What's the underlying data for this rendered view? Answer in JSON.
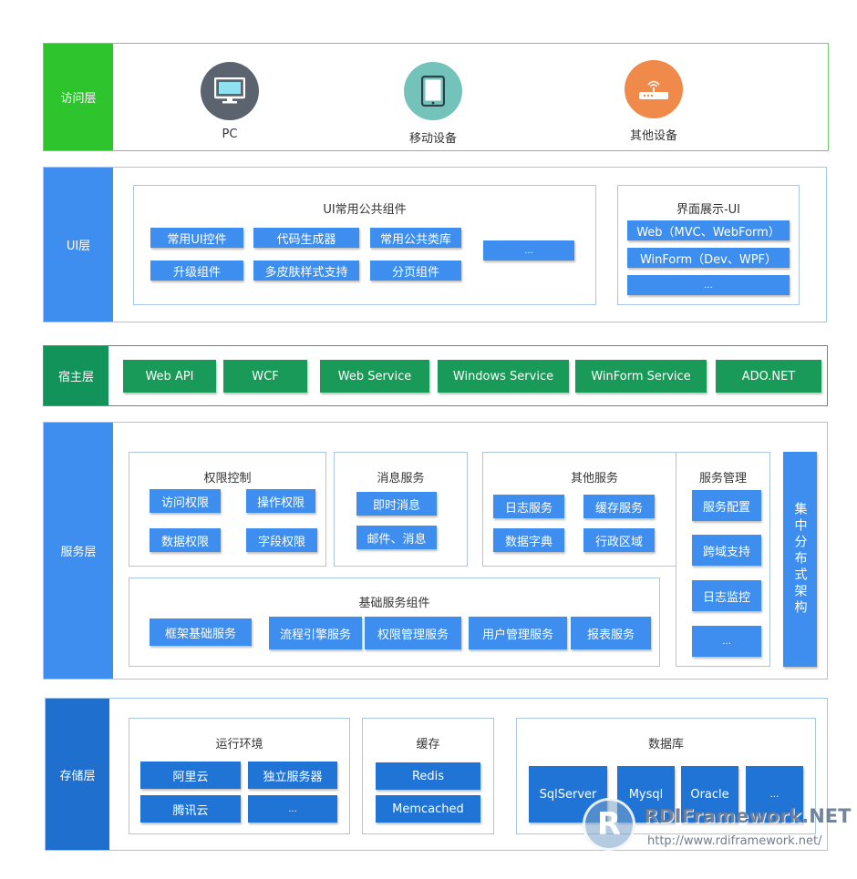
{
  "access": {
    "label": "访问层",
    "devices": [
      {
        "name": "PC",
        "icon": "monitor-icon",
        "color": "#5b646e"
      },
      {
        "name": "移动设备",
        "icon": "tablet-icon",
        "color": "#73c3bb"
      },
      {
        "name": "其他设备",
        "icon": "router-icon",
        "color": "#f08a4b"
      }
    ]
  },
  "ui": {
    "label": "UI层",
    "common": {
      "title": "UI常用公共组件",
      "items": [
        "常用UI控件",
        "代码生成器",
        "常用公共类库",
        "...",
        "升级组件",
        "多皮肤样式支持",
        "分页组件"
      ]
    },
    "display": {
      "title": "界面展示-UI",
      "items": [
        "Web（MVC、WebForm）",
        "WinForm（Dev、WPF）",
        "..."
      ]
    }
  },
  "host": {
    "label": "宿主层",
    "items": [
      "Web API",
      "WCF",
      "Web Service",
      "Windows Service",
      "WinForm Service",
      "ADO.NET"
    ]
  },
  "service": {
    "label": "服务层",
    "permission": {
      "title": "权限控制",
      "items": [
        "访问权限",
        "操作权限",
        "数据权限",
        "字段权限"
      ]
    },
    "message": {
      "title": "消息服务",
      "items": [
        "即时消息",
        "邮件、消息"
      ]
    },
    "other": {
      "title": "其他服务",
      "items": [
        "日志服务",
        "缓存服务",
        "数据字典",
        "行政区域"
      ]
    },
    "base": {
      "title": "基础服务组件",
      "items": [
        "框架基础服务",
        "流程引擎服务",
        "权限管理服务",
        "用户管理服务",
        "报表服务"
      ]
    },
    "management": {
      "title": "服务管理",
      "items": [
        "服务配置",
        "跨域支持",
        "日志监控",
        "..."
      ]
    },
    "central": "集中分布式架构"
  },
  "storage": {
    "label": "存储层",
    "runtime": {
      "title": "运行环境",
      "items": [
        "阿里云",
        "独立服务器",
        "腾讯云",
        "..."
      ]
    },
    "cache": {
      "title": "缓存",
      "items": [
        "Redis",
        "Memcached"
      ]
    },
    "database": {
      "title": "数据库",
      "items": [
        "SqlServer",
        "Mysql",
        "Oracle",
        "..."
      ]
    }
  },
  "watermark": {
    "logo_letter": "R",
    "brand": "RDIFramework.NET",
    "url": "http://www.rdiframework.net/"
  },
  "colors": {
    "green": "#2ec42e",
    "blue": "#3e8eef",
    "dark_green": "#12935a",
    "dark_blue": "#1f6fcf"
  }
}
